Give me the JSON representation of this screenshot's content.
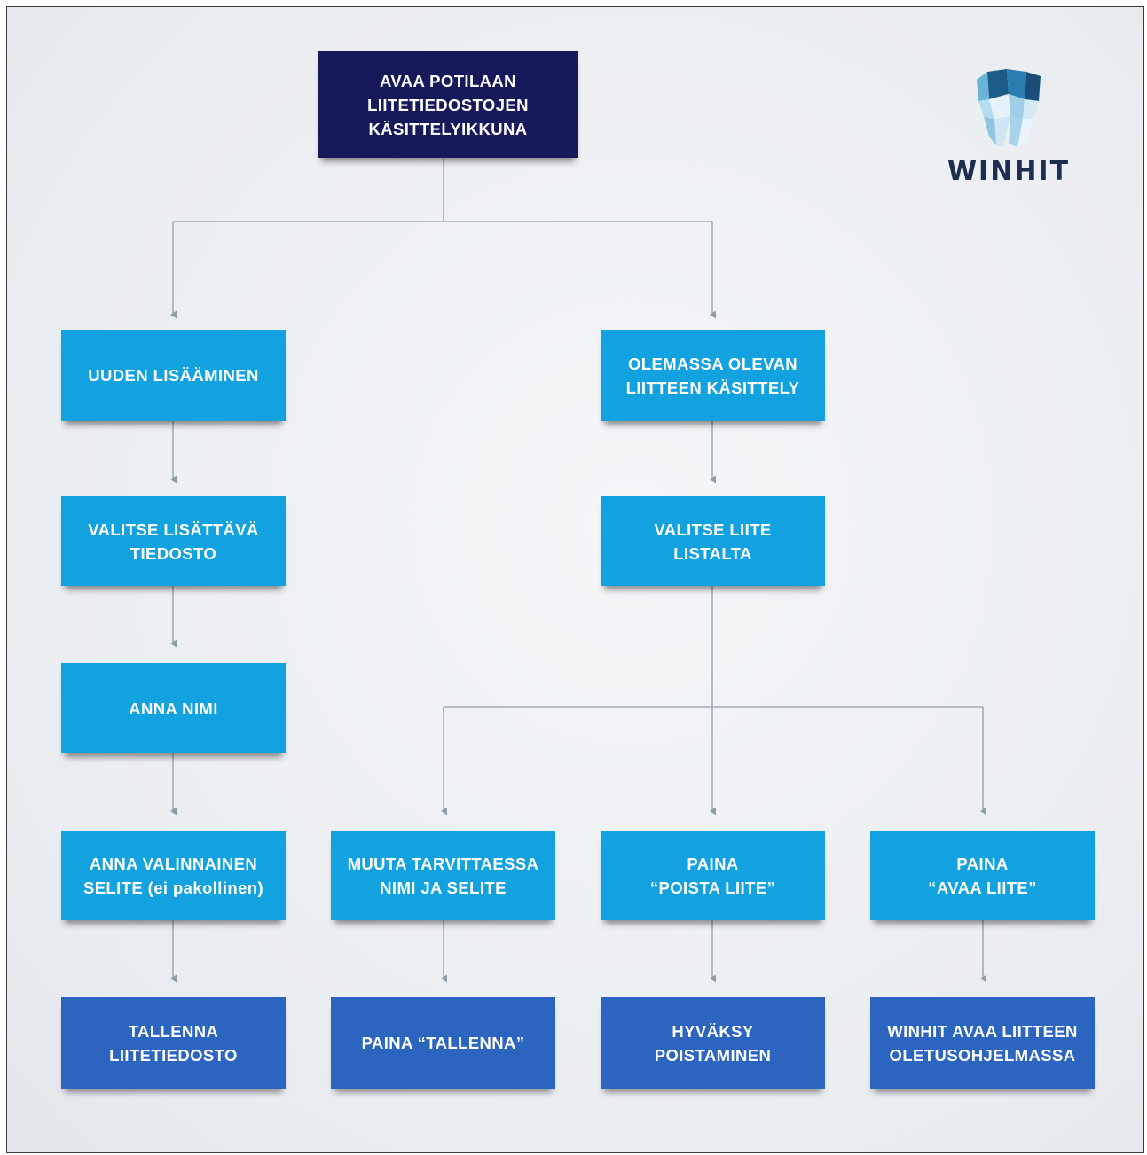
{
  "logo": {
    "text": "WINHIT",
    "icon": "tooth-icon"
  },
  "colors": {
    "root": "#161a5a",
    "step": "#11a2df",
    "final": "#2b65c0",
    "connector": "#8c9ea8"
  },
  "nodes": {
    "root": "AVAA POTILAAN\nLIITETIEDOSTOJEN\nKÄSITTELYIKKUNA",
    "add_new": "UUDEN LISÄÄMINEN",
    "select_file": "VALITSE LISÄTTÄVÄ\nTIEDOSTO",
    "give_name": "ANNA NIMI",
    "optional_desc": "ANNA VALINNAINEN\nSELITE (ei pakollinen)",
    "save_file": "TALLENNA\nLIITETIEDOSTO",
    "existing": "OLEMASSA OLEVAN\nLIITTEEN KÄSITTELY",
    "select_attachment": "VALITSE LIITE\nLISTALTA",
    "change_name": "MUUTA TARVITTAESSA\nNIMI JA SELITE",
    "press_save": "PAINA “TALLENNA”",
    "press_delete": "PAINA\n“POISTA LIITE”",
    "confirm_delete": "HYVÄKSY\nPOISTAMINEN",
    "press_open": "PAINA\n“AVAA LIITE”",
    "winhit_opens": "WINHIT AVAA LIITTEEN\nOLETUSOHJELMASSA"
  }
}
